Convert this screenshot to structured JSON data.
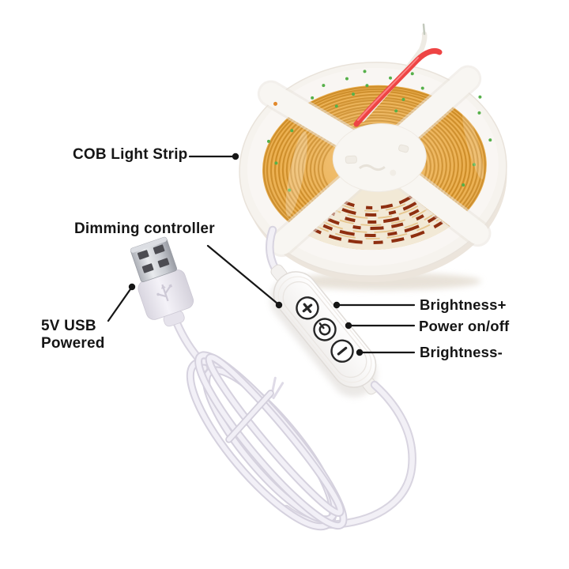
{
  "labels": {
    "strip": "COB Light Strip",
    "controller": "Dimming controller",
    "usb_line1": "5V USB",
    "usb_line2": "Powered",
    "brightness_up": "Brightness+",
    "power": "Power on/off",
    "brightness_down": "Brightness-"
  },
  "controller": {
    "buttons": [
      {
        "id": "brightness-up",
        "symbol": "+"
      },
      {
        "id": "power",
        "symbol": "power-circle"
      },
      {
        "id": "brightness-down",
        "symbol": "-"
      }
    ]
  },
  "colors": {
    "background": "#ffffff",
    "label_text": "#151515",
    "strip_gold": "#ecb050",
    "coil_line": "#c7851e",
    "wire_red": "#ee4444",
    "led_green": "#56b04a"
  }
}
